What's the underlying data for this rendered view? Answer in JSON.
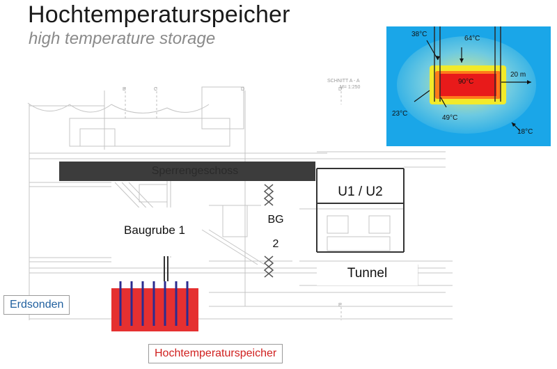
{
  "title": "Hochtemperaturspeicher",
  "subtitle": "high temperature storage",
  "drawing": {
    "section_label": "SCHNITT A - A",
    "scale_label": "M= 1:250",
    "grid_labels": [
      "B",
      "C",
      "D",
      "D",
      "E"
    ],
    "labels": {
      "sperrengeschoss": "Sperrengeschoss",
      "u1u2": "U1 / U2",
      "baugrube": "Baugrube 1",
      "bg_line1": "BG",
      "bg_line2": "2",
      "tunnel": "Tunnel"
    }
  },
  "callouts": {
    "erdsonden": "Erdsonden",
    "storage": "Hochtemperaturspeicher"
  },
  "colors": {
    "erdsonden_text": "#1f5f9e",
    "storage_text": "#d0201f",
    "storage_fill": "#e53030",
    "probe": "#2b2b8f",
    "heat_bg": "#1aa6e8"
  },
  "heatmap": {
    "temps": {
      "t38": "38°C",
      "t64": "64°C",
      "t90": "90°C",
      "t20m": "20 m",
      "t23": "23°C",
      "t49": "49°C",
      "t18": "18°C"
    }
  }
}
